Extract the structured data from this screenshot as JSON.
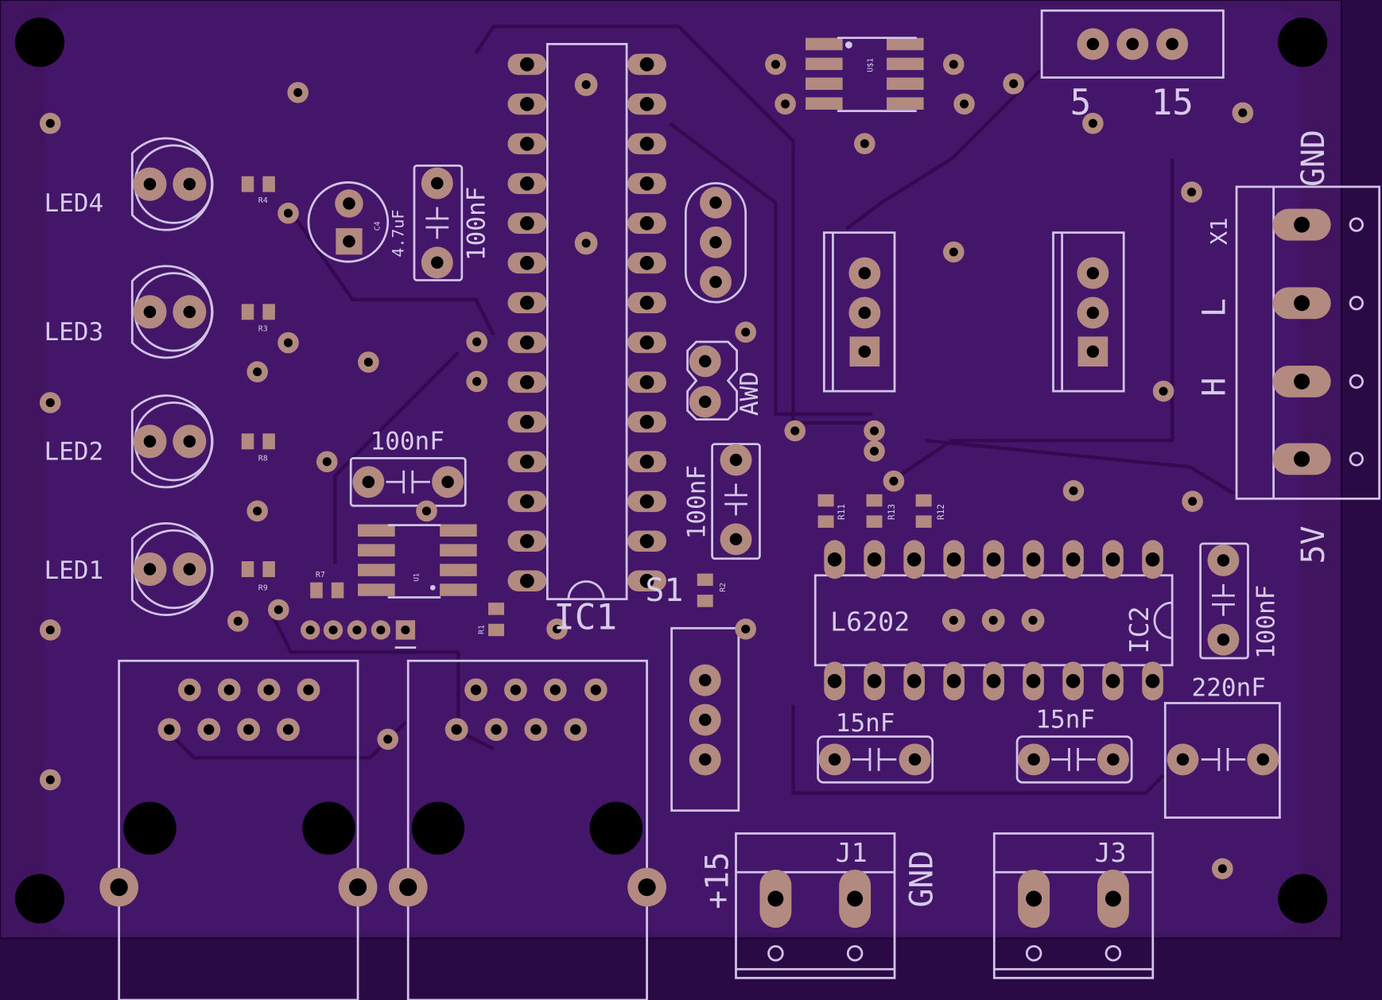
{
  "colors": {
    "board": "#40145f",
    "copper": "#b38a80",
    "silk": "#d0c3e6",
    "outside": "#2a0a45"
  },
  "leds": [
    "LED4",
    "LED3",
    "LED2",
    "LED1"
  ],
  "resistors": {
    "r4": "R4",
    "r3": "R3",
    "r8": "R8",
    "r9": "R9",
    "r7": "R7",
    "r1": "R1",
    "r2": "R2",
    "r11": "R11",
    "r13": "R13",
    "r12": "R12"
  },
  "caps": {
    "c4": "C4",
    "c4_value": "4.7uF",
    "c_top": "100nF",
    "c_mid": "100nF",
    "c_awd": "100nF",
    "c_right": "100nF",
    "c_15a": "15nF",
    "c_15b": "15nF",
    "c_220": "220nF"
  },
  "chips": {
    "ic1": "IC1",
    "ic2": "IC2",
    "ic2_part": "L6202",
    "u1": "U1",
    "us1": "U$1"
  },
  "labels": {
    "s1": "S1",
    "awd": "AWD",
    "x1": "X1",
    "gnd": "GND",
    "h": "H",
    "l": "L",
    "v5": "5V",
    "jp_5": "5",
    "jp_15": "15",
    "plus15": "+15",
    "j1": "J1",
    "j3": "J3",
    "gnd_j1": "GND"
  }
}
